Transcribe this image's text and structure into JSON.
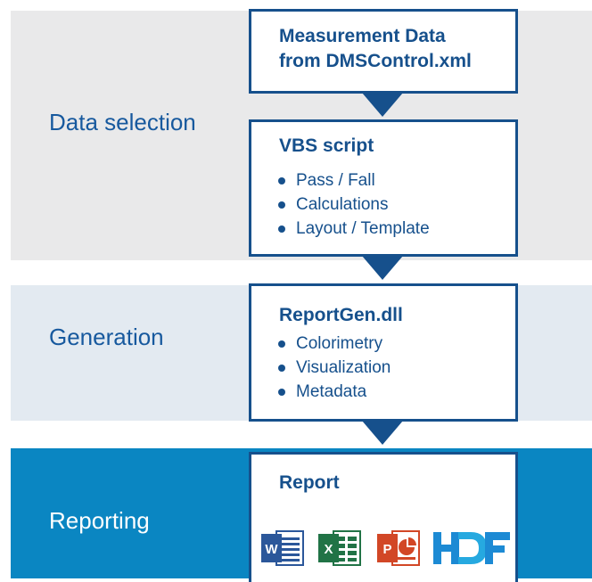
{
  "sections": {
    "selection": "Data selection",
    "generation": "Generation",
    "reporting": "Reporting"
  },
  "boxes": {
    "measurement": {
      "title_line1": "Measurement Data",
      "title_line2": "from DMSControl.xml"
    },
    "vbs": {
      "title": "VBS script",
      "bullets": [
        "Pass / Fall",
        "Calculations",
        "Layout / Template"
      ]
    },
    "reportgen": {
      "title": "ReportGen.dll",
      "bullets": [
        "Colorimetry",
        "Visualization",
        "Metadata"
      ]
    },
    "report": {
      "title": "Report",
      "icons": [
        "word-icon",
        "excel-icon",
        "powerpoint-icon",
        "hdf-icon"
      ],
      "icon_letters": {
        "word": "W",
        "excel": "X",
        "powerpoint": "P"
      }
    }
  },
  "colors": {
    "primary": "#16508c",
    "band_selection": "#e9e9ea",
    "band_generation": "#e3eaf1",
    "band_reporting": "#0a86c2",
    "word": "#2b579a",
    "excel": "#217346",
    "powerpoint": "#d24726",
    "hdf": "#1c8ad4"
  }
}
